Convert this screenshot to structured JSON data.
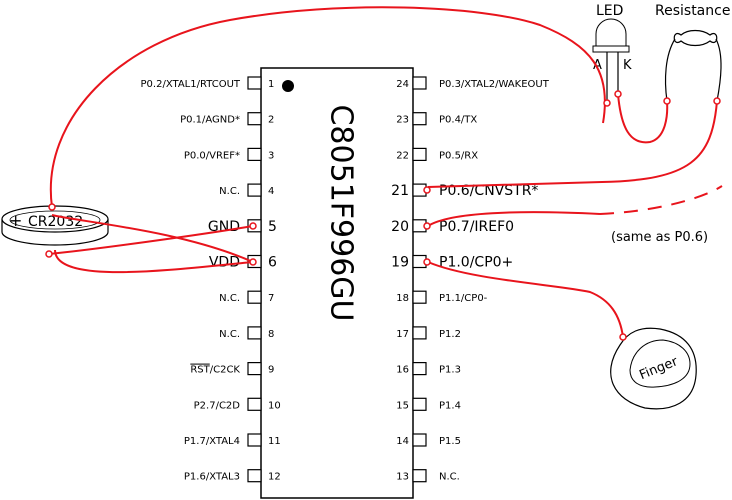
{
  "chip": {
    "label": "C8051F996GU",
    "left_pins": [
      {
        "num": "1",
        "name": "P0.2/XTAL1/RTCOUT",
        "large": false,
        "overline": ""
      },
      {
        "num": "2",
        "name": "P0.1/AGND*",
        "large": false,
        "overline": ""
      },
      {
        "num": "3",
        "name": "P0.0/VREF*",
        "large": false,
        "overline": ""
      },
      {
        "num": "4",
        "name": "N.C.",
        "large": false,
        "overline": ""
      },
      {
        "num": "5",
        "name": "GND",
        "large": true,
        "overline": ""
      },
      {
        "num": "6",
        "name": "VDD",
        "large": true,
        "overline": ""
      },
      {
        "num": "7",
        "name": "N.C.",
        "large": false,
        "overline": ""
      },
      {
        "num": "8",
        "name": "N.C.",
        "large": false,
        "overline": ""
      },
      {
        "num": "9",
        "name": "/C2CK",
        "large": false,
        "overline": "RST"
      },
      {
        "num": "10",
        "name": "P2.7/C2D",
        "large": false,
        "overline": ""
      },
      {
        "num": "11",
        "name": "P1.7/XTAL4",
        "large": false,
        "overline": ""
      },
      {
        "num": "12",
        "name": "P1.6/XTAL3",
        "large": false,
        "overline": ""
      }
    ],
    "right_pins": [
      {
        "num": "24",
        "name": "P0.3/XTAL2/WAKEOUT",
        "large": false
      },
      {
        "num": "23",
        "name": "P0.4/TX",
        "large": false
      },
      {
        "num": "22",
        "name": "P0.5/RX",
        "large": false
      },
      {
        "num": "21",
        "name": "P0.6/CNVSTR*",
        "large": true
      },
      {
        "num": "20",
        "name": "P0.7/IREF0",
        "large": true
      },
      {
        "num": "19",
        "name": "P1.0/CP0+",
        "large": true
      },
      {
        "num": "18",
        "name": "P1.1/CP0-",
        "large": false
      },
      {
        "num": "17",
        "name": "P1.2",
        "large": false
      },
      {
        "num": "16",
        "name": "P1.3",
        "large": false
      },
      {
        "num": "15",
        "name": "P1.4",
        "large": false
      },
      {
        "num": "14",
        "name": "P1.5",
        "large": false
      },
      {
        "num": "13",
        "name": "N.C.",
        "large": false
      }
    ]
  },
  "battery": {
    "plus": "+",
    "label": "CR2032"
  },
  "led": {
    "label": "LED",
    "anode": "A",
    "cathode": "K"
  },
  "resistor": {
    "label": "Resistance"
  },
  "note": "(same as P0.6)",
  "finger": {
    "label": "Finger"
  },
  "colors": {
    "wire": "#e8141c",
    "line": "#000000"
  }
}
